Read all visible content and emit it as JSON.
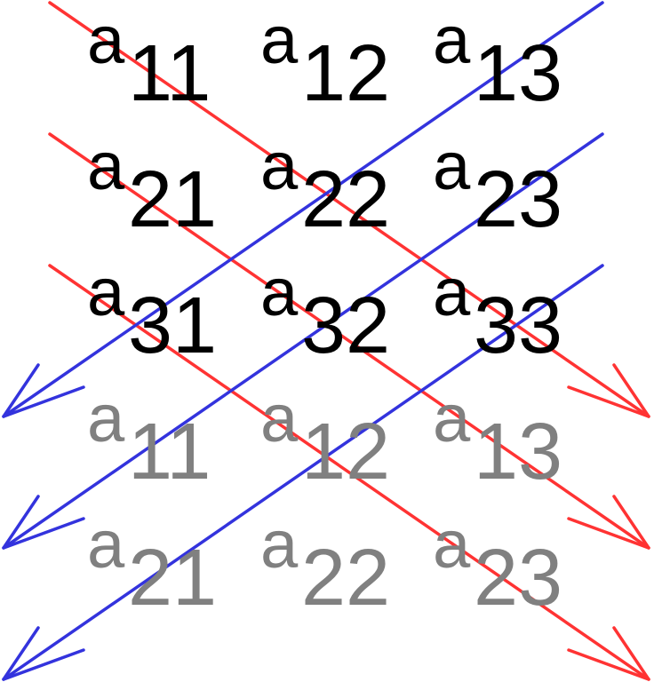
{
  "matrix": {
    "rows": [
      {
        "cells": [
          {
            "base": "a",
            "sub": "11"
          },
          {
            "base": "a",
            "sub": "12"
          },
          {
            "base": "a",
            "sub": "13"
          }
        ]
      },
      {
        "cells": [
          {
            "base": "a",
            "sub": "21"
          },
          {
            "base": "a",
            "sub": "22"
          },
          {
            "base": "a",
            "sub": "23"
          }
        ]
      },
      {
        "cells": [
          {
            "base": "a",
            "sub": "31"
          },
          {
            "base": "a",
            "sub": "32"
          },
          {
            "base": "a",
            "sub": "33"
          }
        ]
      }
    ],
    "repeated_rows": [
      {
        "cells": [
          {
            "base": "a",
            "sub": "11"
          },
          {
            "base": "a",
            "sub": "12"
          },
          {
            "base": "a",
            "sub": "13"
          }
        ]
      },
      {
        "cells": [
          {
            "base": "a",
            "sub": "21"
          },
          {
            "base": "a",
            "sub": "22"
          },
          {
            "base": "a",
            "sub": "23"
          }
        ]
      }
    ]
  },
  "colors": {
    "main_text": "#000000",
    "repeated_text": "#808080",
    "positive_diagonal": "#ff3333",
    "negative_diagonal": "#3333dd"
  },
  "diagonals": {
    "positive_count": 3,
    "negative_count": 3
  }
}
